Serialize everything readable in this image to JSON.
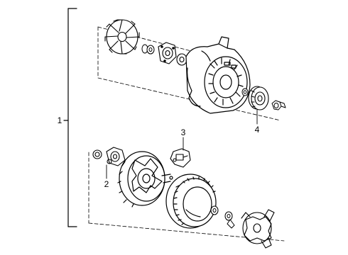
{
  "callouts": [
    {
      "id": "1",
      "text": "1"
    },
    {
      "id": "2",
      "text": "2"
    },
    {
      "id": "3",
      "text": "3"
    },
    {
      "id": "4",
      "text": "4"
    }
  ],
  "parts": [
    {
      "ref": "1",
      "name": "alternator-assembly"
    },
    {
      "ref": "2",
      "name": "bearing"
    },
    {
      "ref": "3",
      "name": "regulator-brush-holder"
    },
    {
      "ref": "4",
      "name": "pulley"
    }
  ],
  "colors": {
    "line": "#000000",
    "background": "#ffffff"
  }
}
